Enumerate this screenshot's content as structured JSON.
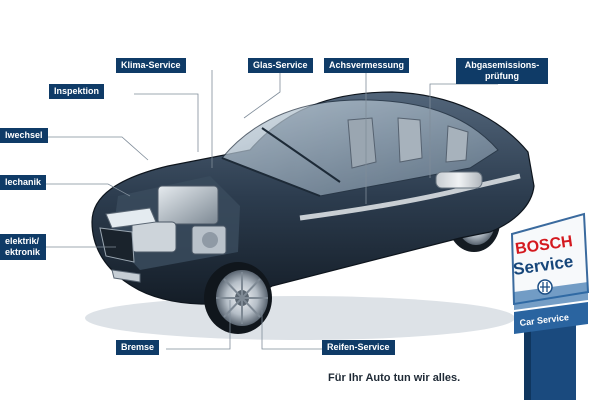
{
  "labels": {
    "klima": "Klima-Service",
    "glas": "Glas-Service",
    "achs": "Achsvermessung",
    "abgas_line1": "Abgasemissions-",
    "abgas_line2": "prüfung",
    "inspektion": "Inspektion",
    "oelwechsel": "lwechsel",
    "mechanik": "lechanik",
    "elektrik_line1": "elektrik/",
    "elektrik_line2": "ektronik",
    "bremse": "Bremse",
    "reifen": "Reifen-Service"
  },
  "sign": {
    "brand": "BOSCH",
    "service": "Service",
    "sub": "Car Service"
  },
  "tagline": "Für Ihr Auto tun wir alles.",
  "colors": {
    "label_bg": "#0f3b67",
    "car_body": "#2a3a4c",
    "sign_blue": "#1d4f86",
    "brand_red": "#d4191f"
  }
}
